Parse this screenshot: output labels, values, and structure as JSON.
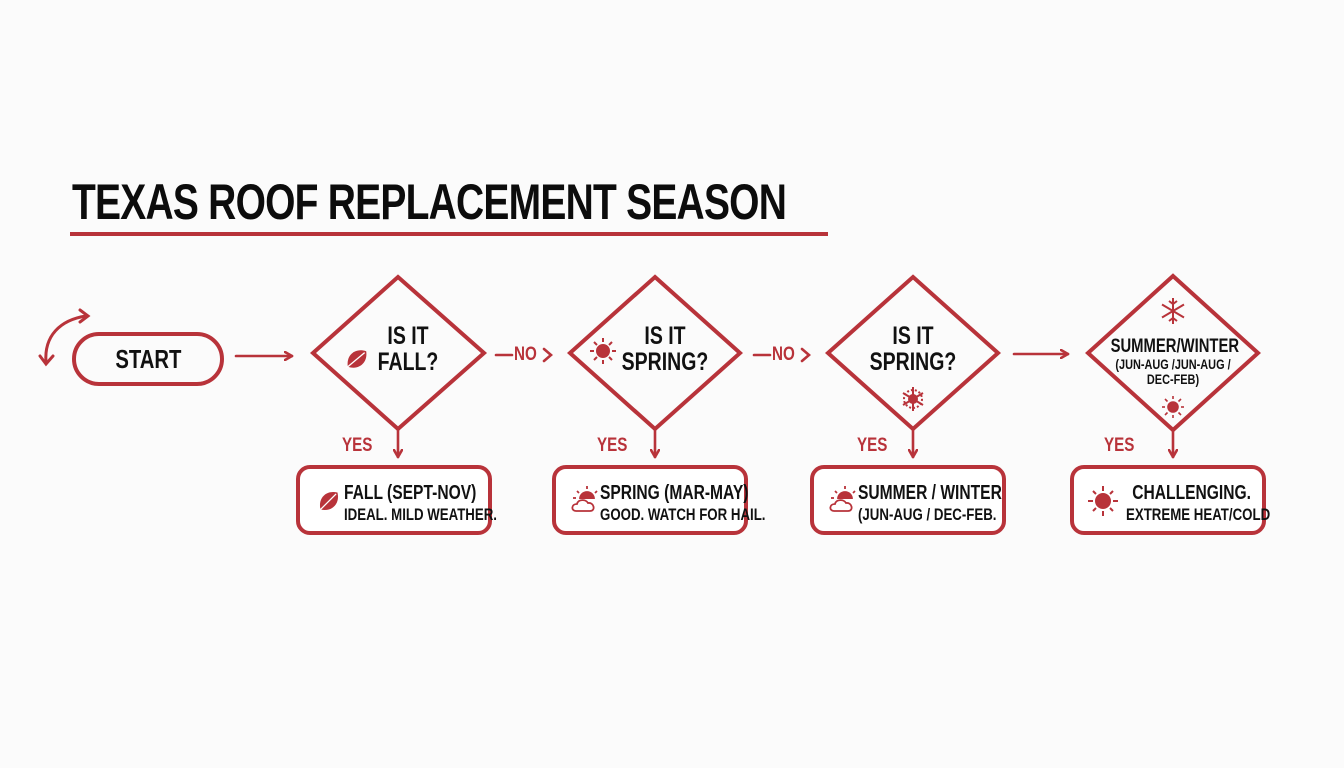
{
  "title": "TEXAS ROOF REPLACEMENT SEASON",
  "colors": {
    "accent": "#b8333a",
    "text": "#111111",
    "background": "#fbfbfb"
  },
  "start": {
    "label": "START",
    "icon": "curved-double-arrow-icon"
  },
  "decisions": [
    {
      "line1": "IS IT",
      "line2": "FALL?",
      "icon": "leaf-icon",
      "no_label": "NO",
      "yes_label": "YES"
    },
    {
      "line1": "IS IT",
      "line2": "SPRING?",
      "icon": "sun-icon",
      "no_label": "NO",
      "yes_label": "YES"
    },
    {
      "line1": "IS IT",
      "line2": "SPRING?",
      "icon": "snowflake-icon",
      "no_label": "",
      "yes_label": "YES"
    },
    {
      "line1": "SUMMER/WINTER",
      "line2": "(JUN-AUG /JUN-AUG /",
      "line3": "DEC-FEB)",
      "icon_top": "snowflake-icon",
      "icon_bottom": "sun-icon",
      "yes_label": "YES"
    }
  ],
  "outcomes": [
    {
      "title": "FALL (SEPT-NOV)",
      "desc": "IDEAL. MILD WEATHER.",
      "icon": "leaf-icon"
    },
    {
      "title": "SPRING (MAR-MAY)",
      "desc": "GOOD. WATCH FOR HAIL.",
      "icon": "partly-cloudy-icon"
    },
    {
      "title": "SUMMER / WINTER",
      "desc": "(JUN-AUG / DEC-FEB.",
      "icon": "partly-cloudy-icon"
    },
    {
      "title": "CHALLENGING.",
      "desc": "EXTREME HEAT/COLD",
      "icon": "sun-icon"
    }
  ]
}
